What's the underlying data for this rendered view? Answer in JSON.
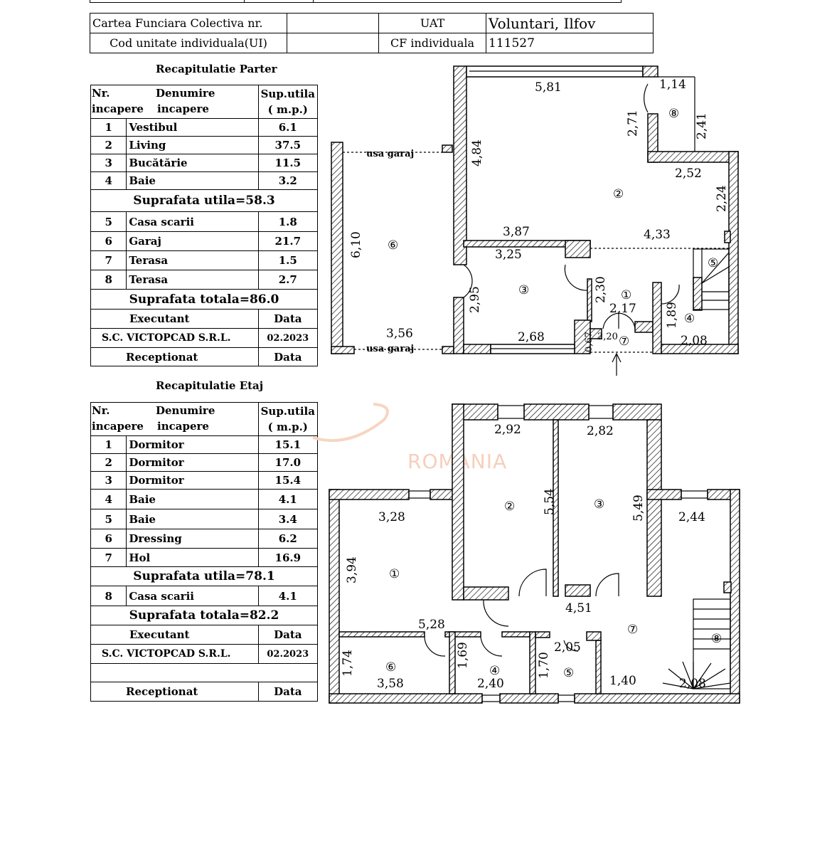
{
  "header": {
    "cf_colectiva_label": "Cartea Funciara Colectiva nr.",
    "cf_colectiva_value": "",
    "uat_label": "UAT",
    "uat_value": "Voluntari, Ilfov",
    "cod_ui_label": "Cod unitate individuala(UI)",
    "cod_ui_value": "",
    "cf_individuala_label": "CF individuala",
    "cf_individuala_value": "111527"
  },
  "parter": {
    "title": "Recapitulatie Parter",
    "col_nr": [
      "Nr.",
      "incapere"
    ],
    "col_name": [
      "Denumire",
      "incapere"
    ],
    "col_sup": [
      "Sup.utila",
      "( m.p.)"
    ],
    "rooms_a": [
      {
        "nr": "1",
        "name": "Vestibul",
        "area": "6.1"
      },
      {
        "nr": "2",
        "name": "Living",
        "area": "37.5"
      },
      {
        "nr": "3",
        "name": "Bucătărie",
        "area": "11.5"
      },
      {
        "nr": "4",
        "name": "Baie",
        "area": "3.2"
      }
    ],
    "suprafata_utila": "Suprafata utila=58.3",
    "rooms_b": [
      {
        "nr": "5",
        "name": "Casa scarii",
        "area": "1.8"
      },
      {
        "nr": "6",
        "name": "Garaj",
        "area": "21.7"
      },
      {
        "nr": "7",
        "name": "Terasa",
        "area": "1.5"
      },
      {
        "nr": "8",
        "name": "Terasa",
        "area": "2.7"
      }
    ],
    "suprafata_totala": "Suprafata totala=86.0",
    "executant_label": "Executant",
    "data_label": "Data",
    "executant": "S.C. VICTOPCAD S.R.L.",
    "date": "02.2023",
    "receptionat_label": "Receptionat"
  },
  "etaj": {
    "title": "Recapitulatie Etaj",
    "col_nr": [
      "Nr.",
      "incapere"
    ],
    "col_name": [
      "Denumire",
      "incapere"
    ],
    "col_sup": [
      "Sup.utila",
      "( m.p.)"
    ],
    "rooms_a": [
      {
        "nr": "1",
        "name": "Dormitor",
        "area": "15.1"
      },
      {
        "nr": "2",
        "name": "Dormitor",
        "area": "17.0"
      },
      {
        "nr": "3",
        "name": "Dormitor",
        "area": "15.4"
      },
      {
        "nr": "4",
        "name": "Baie",
        "area": "4.1"
      },
      {
        "nr": "5",
        "name": "Baie",
        "area": "3.4"
      },
      {
        "nr": "6",
        "name": "Dressing",
        "area": "6.2"
      },
      {
        "nr": "7",
        "name": "Hol",
        "area": "16.9"
      }
    ],
    "suprafata_utila": "Suprafata utila=78.1",
    "rooms_b": [
      {
        "nr": "8",
        "name": "Casa scarii",
        "area": "4.1"
      }
    ],
    "suprafata_totala": "Suprafata totala=82.2",
    "executant_label": "Executant",
    "data_label": "Data",
    "executant": "S.C. VICTOPCAD S.R.L.",
    "date": "02.2023",
    "receptionat_label": "Receptionat"
  },
  "watermark": "ROMANIA",
  "plan_parter": {
    "labels": [
      "①",
      "②",
      "③",
      "④",
      "⑤",
      "⑥",
      "⑦",
      "⑧"
    ],
    "garage_door": "usa garaj",
    "dims": [
      "5,81",
      "1,14",
      "2,71",
      "2,41",
      "4,84",
      "2,52",
      "2,24",
      "6,10",
      "3,87",
      "4,33",
      "3,25",
      "2,30",
      "2,95",
      "2,17",
      "1,89",
      "3,56",
      "2,68",
      "0,67",
      "2,20",
      "2,08"
    ]
  },
  "plan_etaj": {
    "labels": [
      "①",
      "②",
      "③",
      "④",
      "⑤",
      "⑥",
      "⑦",
      "⑧"
    ],
    "dims": [
      "2,92",
      "2,82",
      "3,28",
      "5,54",
      "5,49",
      "2,44",
      "3,94",
      "4,51",
      "5,28",
      "2,05",
      "1,74",
      "1,69",
      "1,70",
      "3,58",
      "2,40",
      "1,40",
      "2,08"
    ]
  }
}
